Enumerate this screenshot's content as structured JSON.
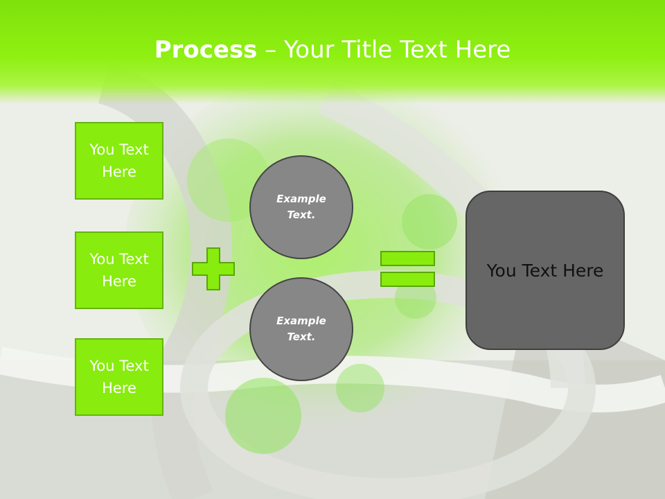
{
  "slide": {
    "title_bold": "Process",
    "title_rest": " – Your Title Text Here"
  },
  "left_boxes": [
    {
      "line1": "You Text",
      "line2": "Here"
    },
    {
      "line1": "You Text",
      "line2": "Here"
    },
    {
      "line1": "You Text",
      "line2": "Here"
    }
  ],
  "circles": [
    {
      "line1": "Example",
      "line2": "Text."
    },
    {
      "line1": "Example",
      "line2": "Text."
    }
  ],
  "result": {
    "label": "You Text Here"
  },
  "colors": {
    "accent_green": "#88ec0e",
    "box_gray": "#666666",
    "circle_gray": "#878787"
  },
  "icons": [
    "plus-icon",
    "equals-icon"
  ]
}
